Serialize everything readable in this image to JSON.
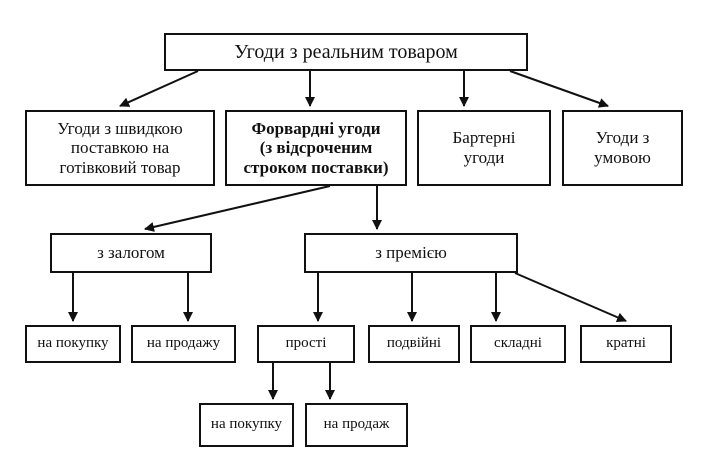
{
  "diagram": {
    "root": "Угоди з реальним товаром",
    "level1": {
      "spot": "Угоди з швидкою\nпоставкою на\nготівковий товар",
      "forward": "Форвардні угоди\n(з відсроченим\nстроком поставки)",
      "barter": "Бартерні\nугоди",
      "conditional": "Угоди з\nумовою"
    },
    "level2": {
      "collateral": "з залогом",
      "premium": "з премією"
    },
    "collateral_children": {
      "purchase": "на покупку",
      "sale": "на продажу"
    },
    "premium_children": {
      "simple": "прості",
      "double": "подвійні",
      "complex": "складні",
      "multiple": "кратні"
    },
    "simple_children": {
      "purchase": "на покупку",
      "sale": "на продаж"
    }
  }
}
